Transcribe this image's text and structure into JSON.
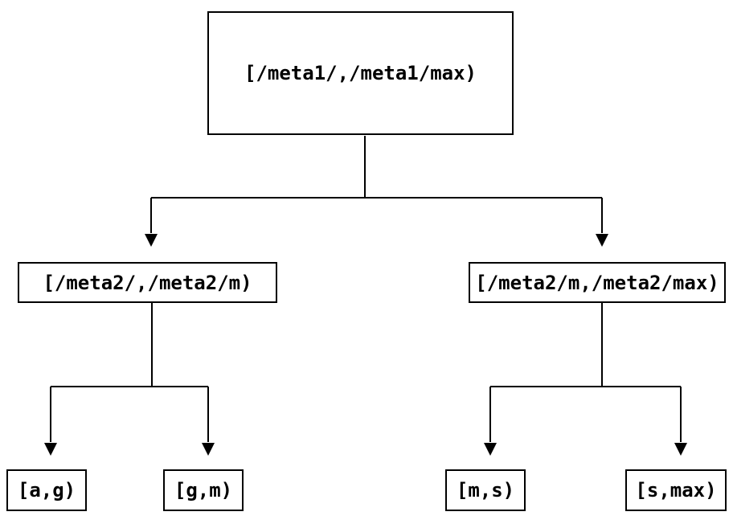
{
  "diagram": {
    "type": "tree",
    "colors": {
      "background": "#ffffff",
      "box_fill": "#ffffff",
      "box_border": "#000000",
      "line": "#000000",
      "text": "#000000"
    },
    "nodes": {
      "root": {
        "label": "[/meta1/,/meta1/max)"
      },
      "mid_left": {
        "label": "[/meta2/,/meta2/m)"
      },
      "mid_right": {
        "label": "[/meta2/m,/meta2/max)"
      },
      "leaf_ag": {
        "label": "[a,g)"
      },
      "leaf_gm": {
        "label": "[g,m)"
      },
      "leaf_ms": {
        "label": "[m,s)"
      },
      "leaf_smax": {
        "label": "[s,max)"
      }
    },
    "edges": [
      {
        "from": "root",
        "to": "mid_left"
      },
      {
        "from": "root",
        "to": "mid_right"
      },
      {
        "from": "mid_left",
        "to": "leaf_ag"
      },
      {
        "from": "mid_left",
        "to": "leaf_gm"
      },
      {
        "from": "mid_right",
        "to": "leaf_ms"
      },
      {
        "from": "mid_right",
        "to": "leaf_smax"
      }
    ]
  }
}
